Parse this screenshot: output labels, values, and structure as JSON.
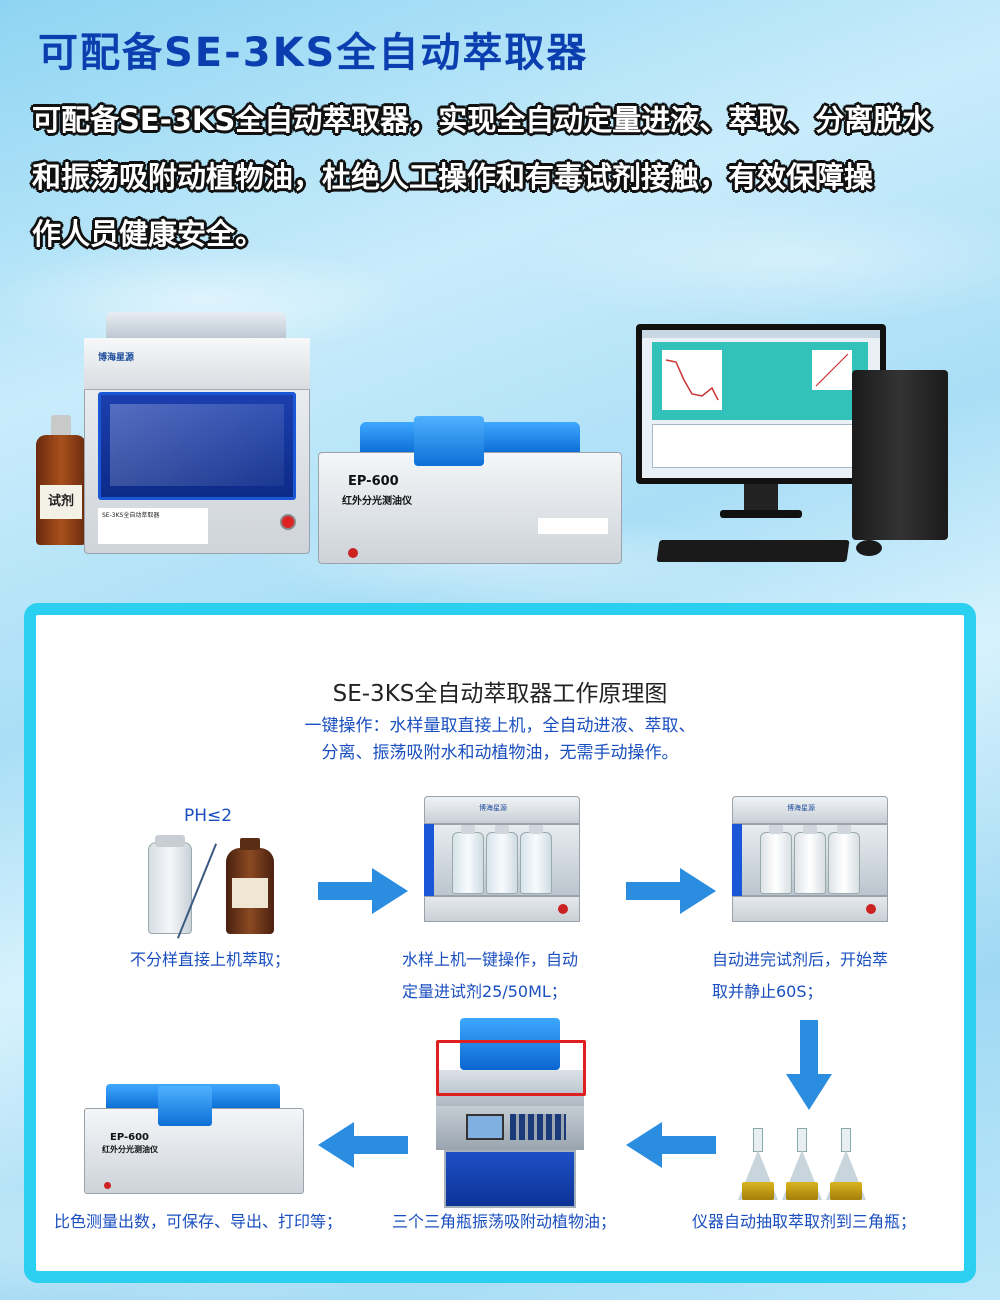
{
  "header": {
    "title": "可配备SE-3KS全自动萃取器",
    "intro_lines": [
      "可配备SE-3KS全自动萃取器，实现全自动定量进液、萃取、分离脱水",
      "和振荡吸附动植物油，杜绝人工操作和有毒试剂接触，有效保障操",
      "作人员健康安全。"
    ]
  },
  "products": {
    "reagent_label": "试剂",
    "extractor_brand": "博海星源",
    "extractor_plate": "SE-3KS全自动萃取器",
    "ep600_model": "EP-600",
    "ep600_name": "红外分光测油仪"
  },
  "diagram": {
    "title": "SE-3KS全自动萃取器工作原理图",
    "subtitle_lines": [
      "一键操作：水样量取直接上机，全自动进液、萃取、",
      "分离、振荡吸附水和动植物油，无需手动操作。"
    ],
    "ph_label": "PH≤2",
    "steps": {
      "step1": [
        "不分样直接上机萃取；"
      ],
      "step2": [
        "水样上机一键操作，自动",
        "定量进试剂25/50ML；"
      ],
      "step3": [
        "自动进完试剂后，开始萃",
        "取并静止60S；"
      ],
      "step4": [
        "仪器自动抽取萃取剂到三角瓶；"
      ],
      "step5": [
        "三个三角瓶振荡吸附动植物油；"
      ],
      "step6": [
        "比色测量出数，可保存、导出、打印等；"
      ]
    },
    "ep_small_model": "EP-600",
    "ep_small_name": "红外分光测油仪"
  }
}
